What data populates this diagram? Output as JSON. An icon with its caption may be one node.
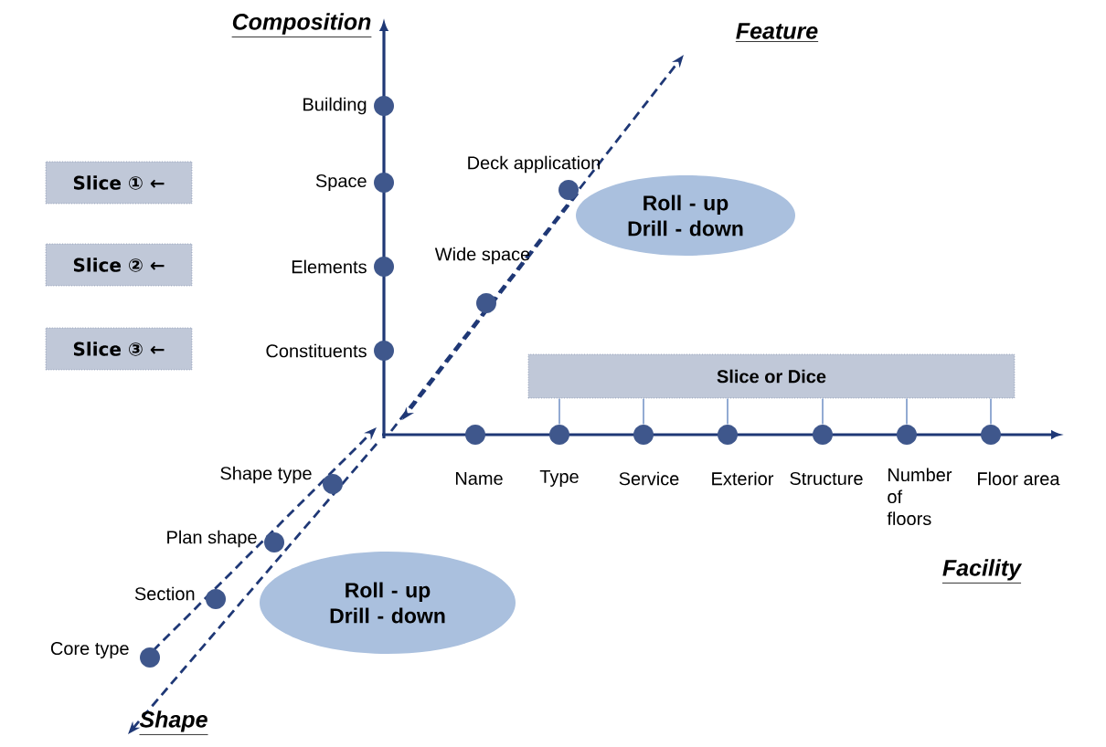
{
  "diagram": {
    "nodes": [
      {
        "text": [
          "Slice ① ←"
        ]
      },
      {
        "text": [
          "Slice ② ←"
        ]
      },
      {
        "text": [
          "Slice ③ ←"
        ]
      },
      {
        "text": [
          "Slice or Dice"
        ]
      },
      {
        "text": [
          "Roll - up Drill - down"
        ]
      },
      {
        "text": [
          "Roll - up Drill - down"
        ]
      },
      {
        "text": [],
        "shape": "circle",
        "beside": [
          "Building"
        ]
      },
      {
        "text": [],
        "shape": "circle",
        "beside": [
          "Space"
        ]
      },
      {
        "text": [],
        "shape": "circle",
        "beside": [
          "Elements"
        ]
      },
      {
        "text": [],
        "shape": "circle",
        "beside": [
          "Constituents"
        ]
      },
      {
        "text": [],
        "shape": "circle",
        "beside": [
          "Deck application"
        ]
      },
      {
        "text": [],
        "shape": "circle",
        "beside": [
          "Wide space"
        ]
      },
      {
        "text": [],
        "shape": "circle",
        "beside": [
          "Name"
        ]
      },
      {
        "text": [],
        "shape": "circle",
        "beside": [
          "Type"
        ]
      },
      {
        "text": [],
        "shape": "circle",
        "beside": [
          "Service"
        ]
      },
      {
        "text": [],
        "shape": "circle",
        "beside": [
          "Exterior"
        ]
      },
      {
        "text": [],
        "shape": "circle",
        "beside": [
          "Structure"
        ]
      },
      {
        "text": [],
        "shape": "circle",
        "beside": [
          "Number of floors"
        ]
      },
      {
        "text": [],
        "shape": "circle",
        "beside": [
          "Floor area"
        ]
      },
      {
        "text": [],
        "shape": "circle",
        "beside": [
          "Shape type"
        ]
      },
      {
        "text": [],
        "shape": "circle",
        "beside": [
          "Plan shape"
        ]
      },
      {
        "text": [],
        "shape": "circle",
        "beside": [
          "Section"
        ]
      },
      {
        "text": [],
        "shape": "circle",
        "beside": [
          "Core type"
        ]
      }
    ],
    "edges": [
      {
        "from": 3,
        "to": 13,
        "arrow": "none"
      },
      {
        "from": 3,
        "to": 14,
        "arrow": "none"
      },
      {
        "from": 3,
        "to": 15,
        "arrow": "none"
      },
      {
        "from": 3,
        "to": 16,
        "arrow": "none"
      },
      {
        "from": 3,
        "to": 17,
        "arrow": "none"
      },
      {
        "from": 3,
        "to": 18,
        "arrow": "none"
      }
    ],
    "labels": [
      "Composition",
      "Feature",
      "Facility",
      "Shape"
    ]
  }
}
